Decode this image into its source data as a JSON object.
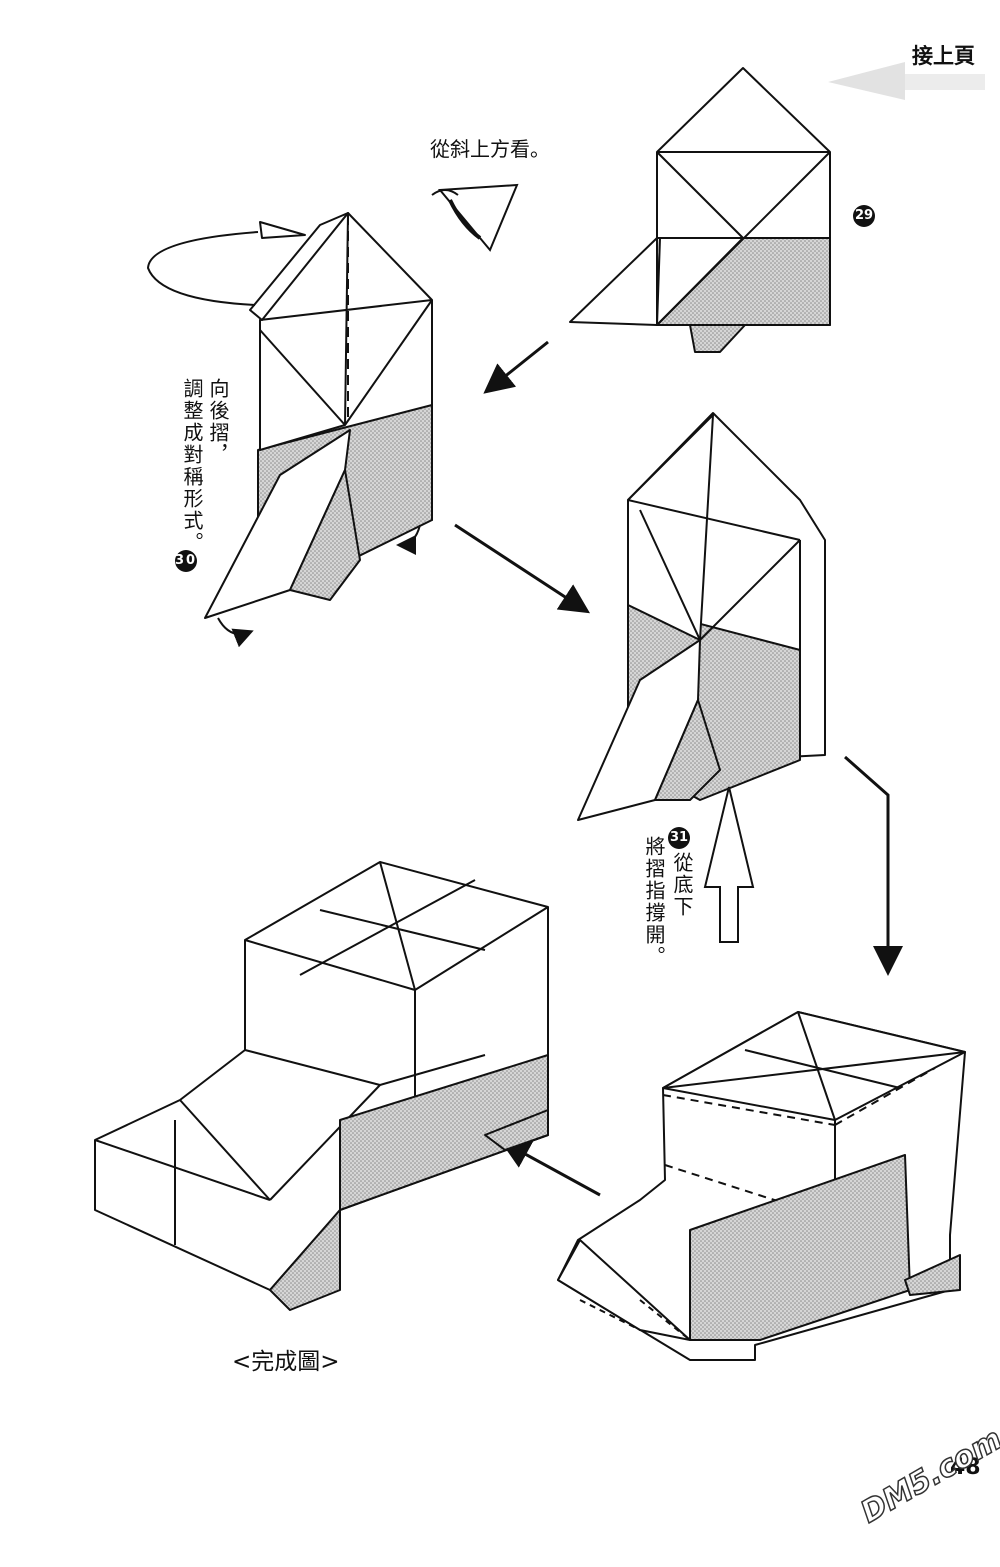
{
  "header": {
    "continue_label": "接上頁"
  },
  "steps": [
    {
      "number": "29",
      "note": "從斜上方看。"
    },
    {
      "number": "30",
      "note_line1": "向後摺，",
      "note_line2": "調整成對稱形式。"
    },
    {
      "number": "31",
      "note_line1": "從底下",
      "note_line2": "將摺指撐開。"
    }
  ],
  "caption": "<完成圖>",
  "page_number": "48",
  "watermark": "DM5.com",
  "colors": {
    "line": "#111111",
    "shade": "#c8c8c8",
    "paper": "#ffffff"
  }
}
